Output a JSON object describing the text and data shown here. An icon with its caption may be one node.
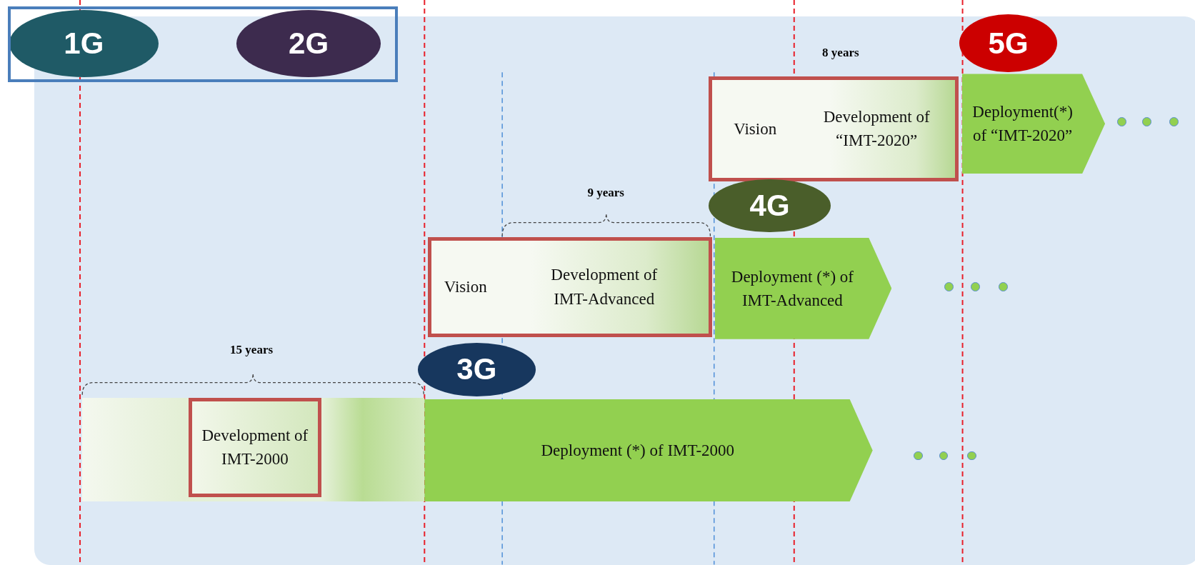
{
  "diagram": {
    "nodes": [
      {
        "text": [
          "1G"
        ]
      },
      {
        "text": [
          "2G"
        ]
      },
      {
        "text": [
          "5G"
        ]
      },
      {
        "text": [
          "Vision"
        ]
      },
      {
        "text": [
          "Development of “IMT-2020”"
        ]
      },
      {
        "text": [
          "Deployment(*) of “IMT-2020”"
        ]
      },
      {
        "text": [
          "4G"
        ]
      },
      {
        "text": [
          "Vision"
        ]
      },
      {
        "text": [
          "Development of IMT-Advanced"
        ]
      },
      {
        "text": [
          "Deployment (*) of IMT-Advanced"
        ]
      },
      {
        "text": [
          "3G"
        ]
      },
      {
        "text": [],
        "shape": "bar"
      },
      {
        "text": [
          "Development of IMT-2000"
        ],
        "in": 11
      },
      {
        "text": [
          "Deployment (*) of IMT-2000"
        ]
      }
    ],
    "edges": [],
    "labels": [
      "8 years",
      "9 years",
      "15 years"
    ]
  }
}
